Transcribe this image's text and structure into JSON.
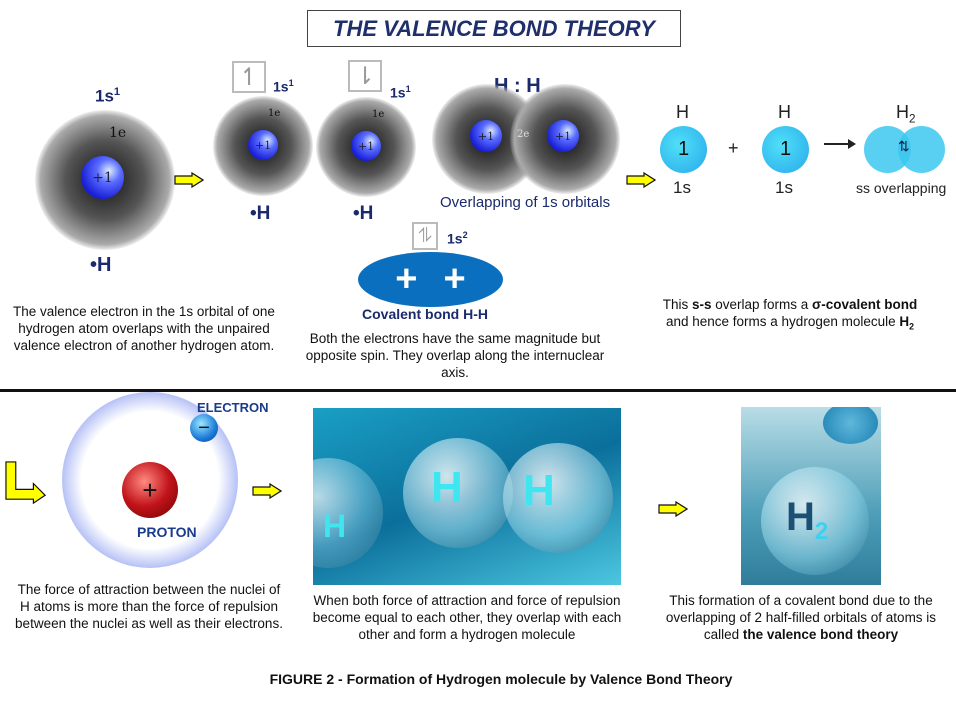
{
  "title": "THE VALENCE BOND THEORY",
  "top": {
    "atom1": {
      "config": "1s",
      "sup": "1",
      "electron": "1e",
      "nucleus": "+1",
      "label": "•H"
    },
    "atom2": {
      "spin": "↿",
      "config": "1s",
      "sup": "1",
      "electron": "1e",
      "nucleus": "+1",
      "label": "•H"
    },
    "atom3": {
      "spin": "⇂",
      "config": "1s",
      "sup": "1",
      "electron": "1e",
      "nucleus": "+1",
      "label": "•H"
    },
    "molecule": {
      "formula": "H : H",
      "electrons": "2e",
      "nucleus": "+1",
      "caption": "Overlapping of 1s orbitals"
    },
    "bond": {
      "spin": "⥮",
      "config": "1s",
      "sup": "2",
      "plus": "+",
      "label": "Covalent bond H-H"
    },
    "caption_left": "The valence electron in the 1s orbital of one hydrogen atom overlaps with the unpaired valence electron of another hydrogen atom.",
    "caption_mid": "Both the electrons have the same magnitude but opposite spin. They overlap along the internuclear axis.",
    "right": {
      "h1": "H",
      "h2": "H",
      "h2mol": "H",
      "h2sub": "2",
      "num": "1",
      "plus": "+",
      "orb1": "1s",
      "orb2": "1s",
      "overlap": "ss overlapping",
      "spin": "⇅",
      "caption_a": "This ",
      "caption_b": "s-s",
      "caption_c": " overlap forms a ",
      "caption_d": "σ-covalent bond",
      "caption_e": "and hence forms a hydrogen molecule ",
      "caption_f": "H",
      "caption_sub": "2"
    }
  },
  "bottom": {
    "electron_label": "ELECTRON",
    "proton_label": "PROTON",
    "electron_sign": "−",
    "proton_sign": "+",
    "caption1": "The force of attraction between the nuclei of H atoms is more than the force of repulsion between the nuclei as well as their electrons.",
    "photo1_text": "H",
    "caption2": "When both force of attraction and force of repulsion become equal to each other, they overlap with each other and form a hydrogen molecule",
    "photo2_text": "H",
    "photo2_sub": "2",
    "caption3a": "This formation of a covalent bond due to the overlapping of 2 half-filled orbitals of atoms is called ",
    "caption3b": "the valence bond theory"
  },
  "figure_caption": "FIGURE 2 - Formation of Hydrogen molecule by Valence Bond Theory",
  "colors": {
    "label": "#1a2a6c",
    "arrow": "#ffff00",
    "bond": "#0a6fbf"
  }
}
